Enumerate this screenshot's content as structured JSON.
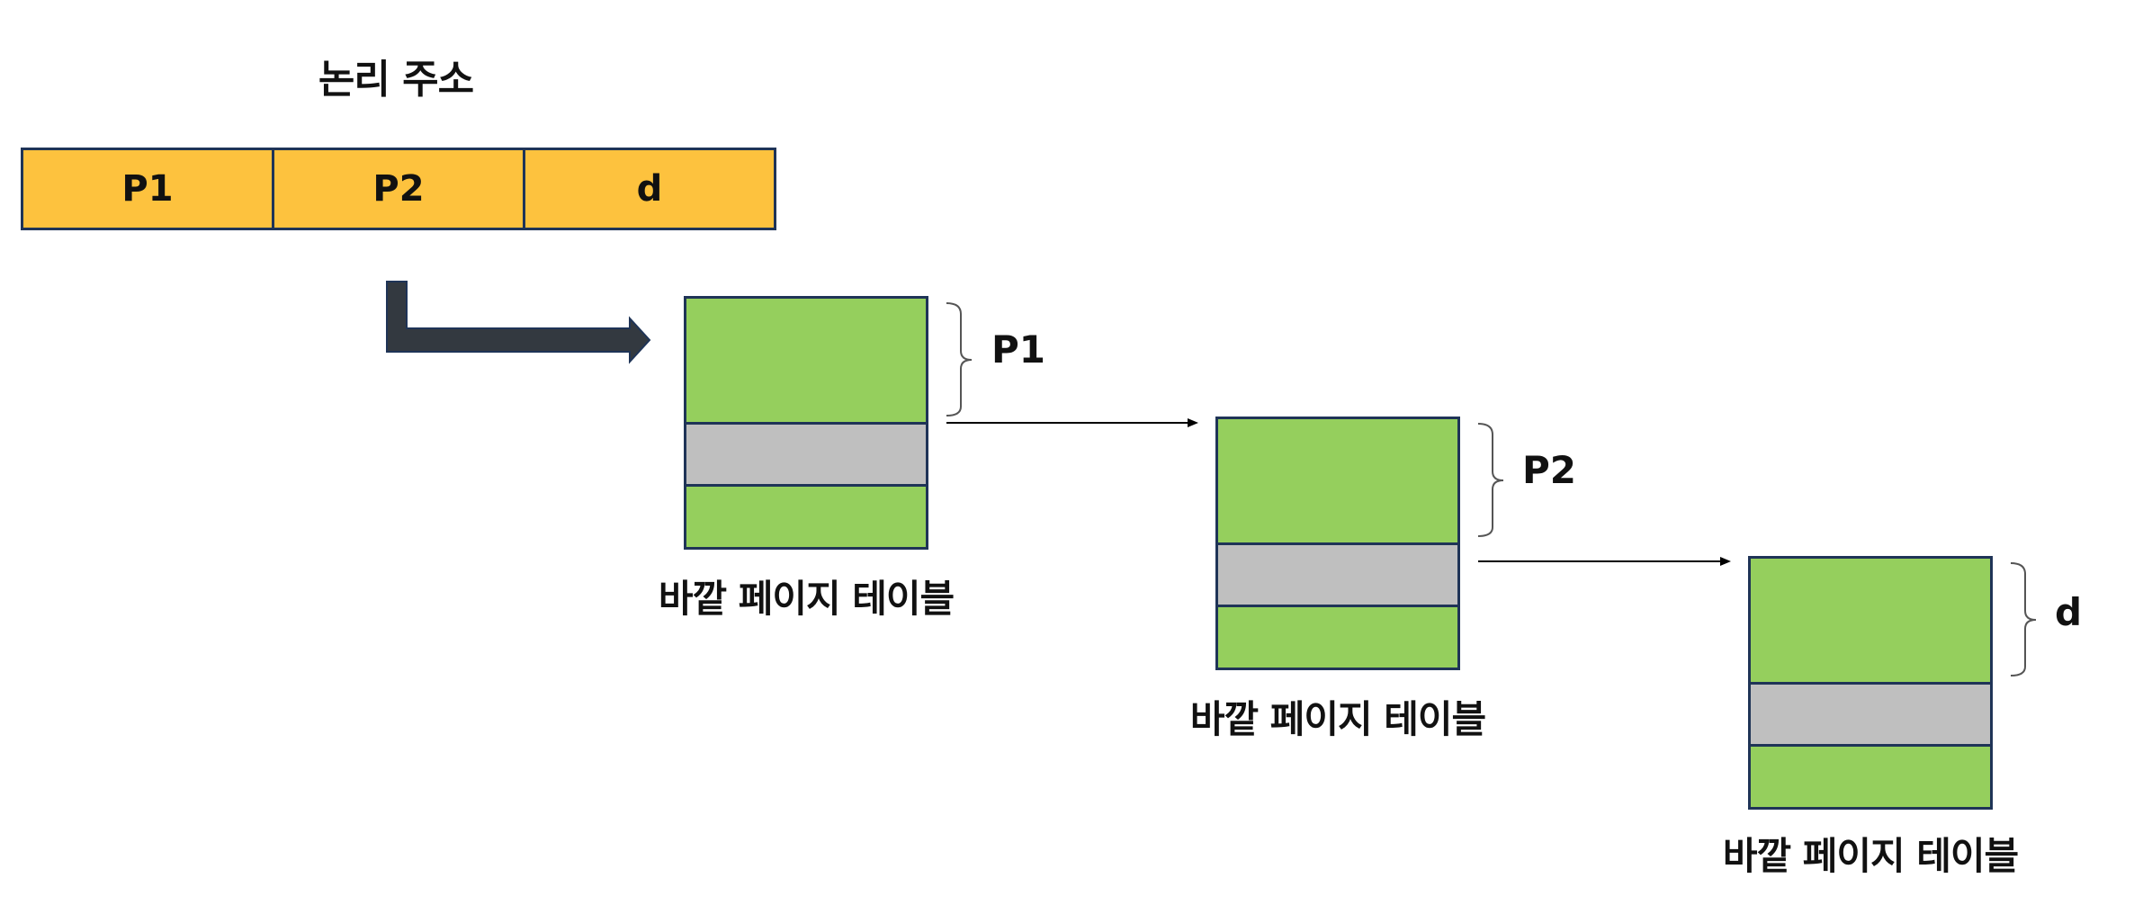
{
  "title": "논리 주소",
  "address_fields": [
    "P1",
    "P2",
    "d"
  ],
  "tables": [
    {
      "label": "바깥 페이지 테이블",
      "brace_label": "P1"
    },
    {
      "label": "바깥 페이지 테이블",
      "brace_label": "P2"
    },
    {
      "label": "바깥 페이지 테이블",
      "brace_label": "d"
    }
  ],
  "colors": {
    "address_fill": "#fdc23e",
    "entry_green": "#95cf5d",
    "entry_gray": "#bfbfbf",
    "border": "#1f3457",
    "arrow": "#333940"
  }
}
